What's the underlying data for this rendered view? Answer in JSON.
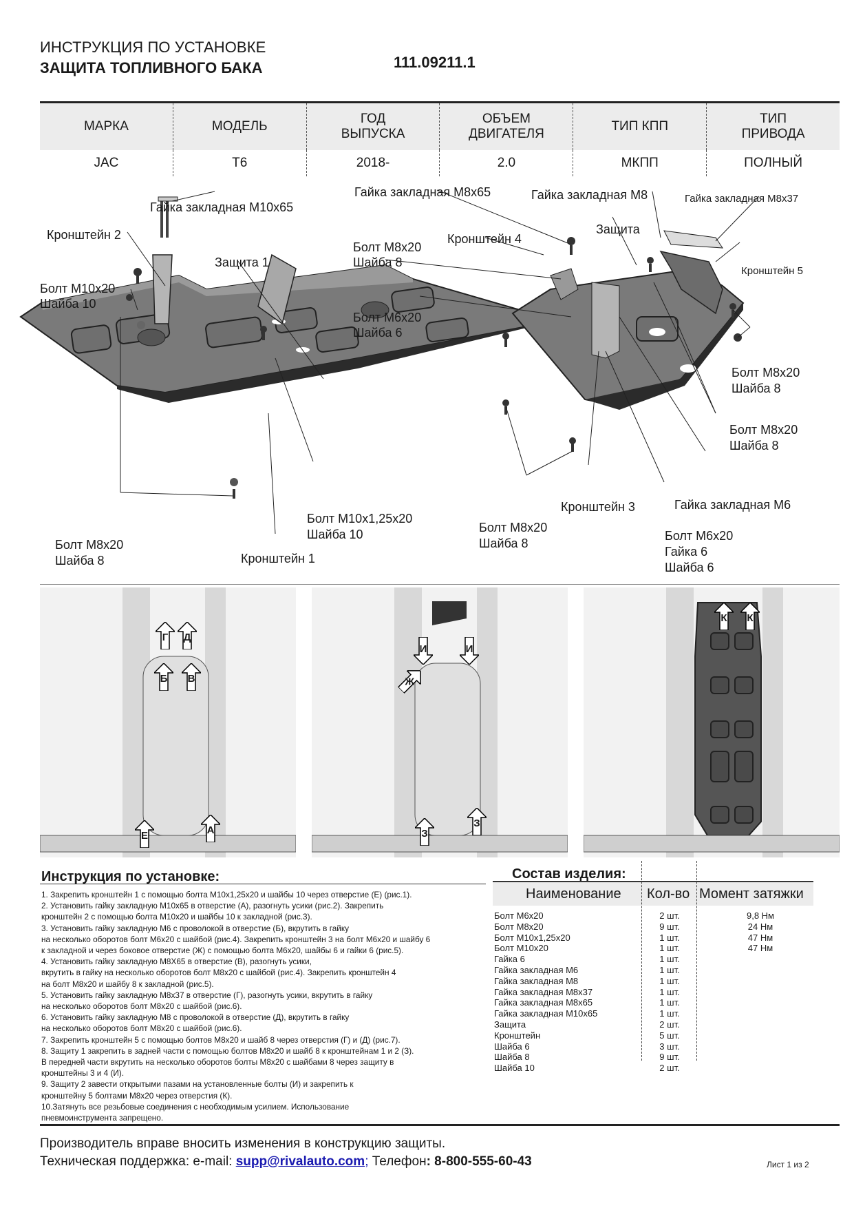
{
  "header": {
    "doc_type": "ИНСТРУКЦИЯ ПО УСТАНОВКЕ",
    "product": "ЗАЩИТА ТОПЛИВНОГО БАКА",
    "article": "111.09211.1"
  },
  "spec_table": {
    "headers": [
      "МАРКА",
      "МОДЕЛЬ",
      "ГОД\nВЫПУСКА",
      "ОБЪЕМ\nДВИГАТЕЛЯ",
      "ТИП КПП",
      "ТИП\nПРИВОДА"
    ],
    "values": [
      "JAC",
      "T6",
      "2018-",
      "2.0",
      "МКПП",
      "ПОЛНЫЙ"
    ]
  },
  "diagram_labels": {
    "nut_m10x65": "Гайка закладная М10х65",
    "bracket2": "Кронштейн 2",
    "shield1": "Защита 1",
    "bolt_m10x20": "Болт М10х20",
    "washer10_a": "Шайба 10",
    "nut_m8x65": "Гайка закладная М8х65",
    "nut_m8": "Гайка закладная М8",
    "nut_m8x37": "Гайка закладная М8х37",
    "shield": "Защита",
    "bolt_m8x20_a": "Болт М8х20",
    "washer8_a": "Шайба 8",
    "bracket4": "Кронштейн 4",
    "bracket5": "Кронштейн 5",
    "bolt_m6x20_a": "Болт М6х20",
    "washer6_a": "Шайба 6",
    "bolt_m8x20_b": "Болт М8х20",
    "washer8_b": "Шайба 8",
    "bolt_m8x20_c": "Болт М8х20",
    "washer8_c": "Шайба 8",
    "nut_m6": "Гайка закладная М6",
    "bracket3": "Кронштейн 3",
    "bolt_m10x125x20": "Болт М10х1,25х20",
    "washer10_b": "Шайба 10",
    "bolt_m8x20_d": "Болт М8х20",
    "washer8_d": "Шайба 8",
    "bracket1": "Кронштейн 1",
    "bolt_m8x20_e": "Болт М8х20",
    "washer8_e": "Шайба 8",
    "bolt_m6x20_b": "Болт М6х20",
    "nut6": "Гайка 6",
    "washer6_b": "Шайба 6"
  },
  "photos": [
    {
      "markers": [
        "Г",
        "Д",
        "Б",
        "В",
        "Е",
        "А"
      ]
    },
    {
      "markers": [
        "И",
        "И",
        "Ж",
        "З",
        "З"
      ]
    },
    {
      "markers": [
        "К",
        "К"
      ]
    }
  ],
  "instructions": {
    "title": "Инструкция по установке:",
    "lines": [
      "1. Закрепить кронштейн 1 с помощью болта М10х1,25х20 и шайбы 10 через отверстие (Е) (рис.1).",
      "2. Установить гайку закладную М10х65 в отверстие (А), разогнуть усики (рис.2). Закрепить",
      "кронштейн 2 с помощью болта М10х20 и шайбы 10 к закладной (рис.3).",
      "3. Установить гайку закладную М6 с проволокой в отверстие (Б), вкрутить в гайку",
      "на несколько оборотов болт М6х20 с шайбой (рис.4). Закрепить кронштейн 3 на болт М6х20 и шайбу 6",
      "к закладной и через боковое отверстие (Ж) с помощью болта М6х20, шайбы 6 и гайки 6 (рис.5).",
      "4. Установить гайку закладную М8Х65 в отверстие (В), разогнуть усики,",
      "вкрутить в гайку на несколько оборотов болт М8х20 с шайбой (рис.4). Закрепить кронштейн 4",
      "на болт М8х20 и шайбу 8 к закладной (рис.5).",
      "5. Установить гайку закладную М8х37 в отверстие (Г), разогнуть усики, вкрутить в гайку",
      "на несколько оборотов болт М8х20 с шайбой (рис.6).",
      "6. Установить гайку закладную М8 с проволокой в отверстие (Д), вкрутить в гайку",
      "на несколько оборотов болт М8х20 с шайбой (рис.6).",
      "7. Закрепить кронштейн 5 с помощью болтов М8х20 и шайб 8 через отверстия (Г) и (Д) (рис.7).",
      "8. Защиту 1 закрепить в задней части с помощью болтов М8х20 и шайб 8 к кронштейнам 1 и 2 (З).",
      "В передней части вкрутить на несколько оборотов болты М8х20 с шайбами 8 через защиту в",
      "кронштейны 3 и 4 (И).",
      "9. Защиту 2 завести открытыми пазами на установленные болты (И) и закрепить к",
      "кронштейну 5 болтами М8х20 через отверстия (К).",
      "10.Затянуть все резьбовые соединения с необходимым усилием. Использование",
      "пневмоинструмента запрещено."
    ]
  },
  "components": {
    "title": "Состав изделия:",
    "headers": {
      "name": "Наименование",
      "qty": "Кол-во",
      "torque": "Момент затяжки"
    },
    "rows": [
      {
        "name": "Болт М6х20",
        "qty": "2 шт.",
        "torque": "9,8 Нм"
      },
      {
        "name": "Болт М8х20",
        "qty": "9 шт.",
        "torque": "24 Нм"
      },
      {
        "name": "Болт М10х1,25х20",
        "qty": "1 шт.",
        "torque": "47 Нм"
      },
      {
        "name": "Болт М10х20",
        "qty": "1 шт.",
        "torque": "47 Нм"
      },
      {
        "name": "Гайка 6",
        "qty": "1 шт.",
        "torque": ""
      },
      {
        "name": "Гайка закладная М6",
        "qty": "1 шт.",
        "torque": ""
      },
      {
        "name": "Гайка закладная М8",
        "qty": "1 шт.",
        "torque": ""
      },
      {
        "name": "Гайка закладная М8х37",
        "qty": "1 шт.",
        "torque": ""
      },
      {
        "name": "Гайка закладная М8х65",
        "qty": "1 шт.",
        "torque": ""
      },
      {
        "name": "Гайка закладная М10х65",
        "qty": "1 шт.",
        "torque": ""
      },
      {
        "name": "Защита",
        "qty": "2 шт.",
        "torque": ""
      },
      {
        "name": "Кронштейн",
        "qty": "5 шт.",
        "torque": ""
      },
      {
        "name": "Шайба 6",
        "qty": "3 шт.",
        "torque": ""
      },
      {
        "name": "Шайба 8",
        "qty": "9 шт.",
        "torque": ""
      },
      {
        "name": "Шайба 10",
        "qty": "2 шт.",
        "torque": ""
      }
    ]
  },
  "footer": {
    "disclaimer": "Производитель вправе вносить изменения в конструкцию защиты.",
    "support_label": "Техническая поддержка:  e-mail: ",
    "email": "supp@rivalauto.com",
    "email_sep": ";",
    "phone_label": " Телефон",
    "phone": ": 8-800-555-60-43",
    "page": "Лист 1 из 2"
  },
  "colors": {
    "link": "#1a1ab0",
    "header_bg": "#ececec",
    "rule": "#222222"
  }
}
